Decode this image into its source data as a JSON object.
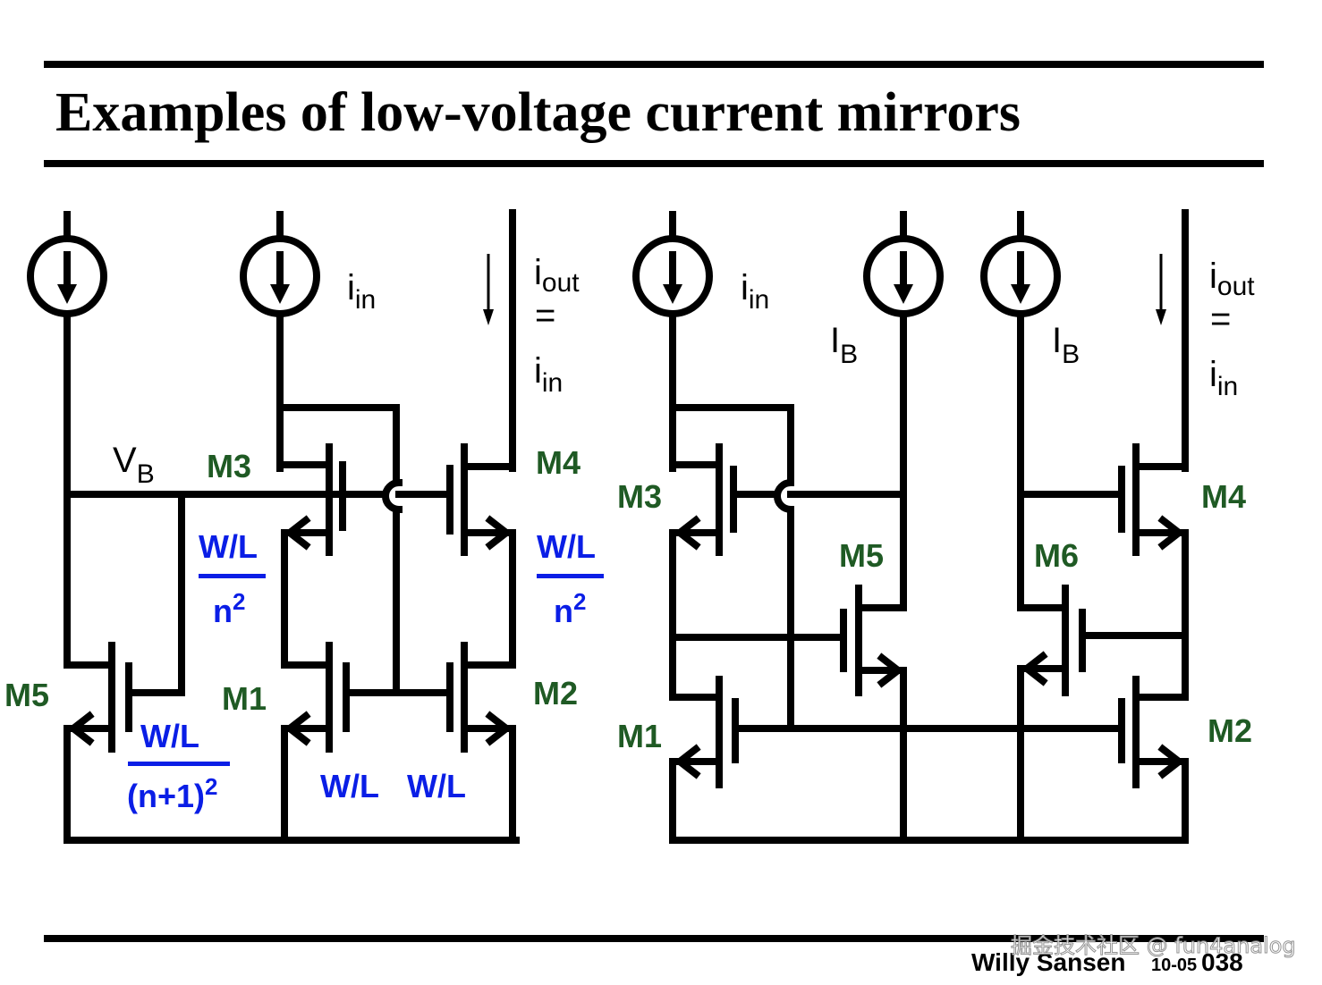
{
  "slide": {
    "title": "Examples of low-voltage current mirrors",
    "footer": {
      "author": "Willy Sansen",
      "chapter": "10-05",
      "page": "038"
    },
    "watermark": "掘金技术社区 @ fun4analog",
    "colors": {
      "transistor_label": "#1f5a24",
      "sizing_label": "#0a1ee6",
      "wire": "#000000"
    }
  },
  "left_circuit": {
    "input_current": {
      "base": "i",
      "sub": "in"
    },
    "output_current": {
      "base": "i",
      "sub": "out",
      "eq": "=",
      "eq_base": "i",
      "eq_sub": "in"
    },
    "bias_voltage": {
      "base": "V",
      "sub": "B"
    },
    "transistors": [
      {
        "name": "M3",
        "size_num": "W/L",
        "size_den": "n",
        "size_den_exp": "2"
      },
      {
        "name": "M4",
        "size_num": "W/L",
        "size_den": "n",
        "size_den_exp": "2"
      },
      {
        "name": "M1",
        "size": "W/L"
      },
      {
        "name": "M2",
        "size": "W/L"
      },
      {
        "name": "M5",
        "size_num": "W/L",
        "size_den": "(n+1)",
        "size_den_exp": "2"
      }
    ]
  },
  "right_circuit": {
    "input_current": {
      "base": "i",
      "sub": "in"
    },
    "bias_current_1": {
      "base": "I",
      "sub": "B"
    },
    "bias_current_2": {
      "base": "I",
      "sub": "B"
    },
    "output_current": {
      "base": "i",
      "sub": "out",
      "eq": "=",
      "eq_base": "i",
      "eq_sub": "in"
    },
    "transistors": [
      {
        "name": "M3"
      },
      {
        "name": "M4"
      },
      {
        "name": "M5"
      },
      {
        "name": "M6"
      },
      {
        "name": "M1"
      },
      {
        "name": "M2"
      }
    ]
  }
}
